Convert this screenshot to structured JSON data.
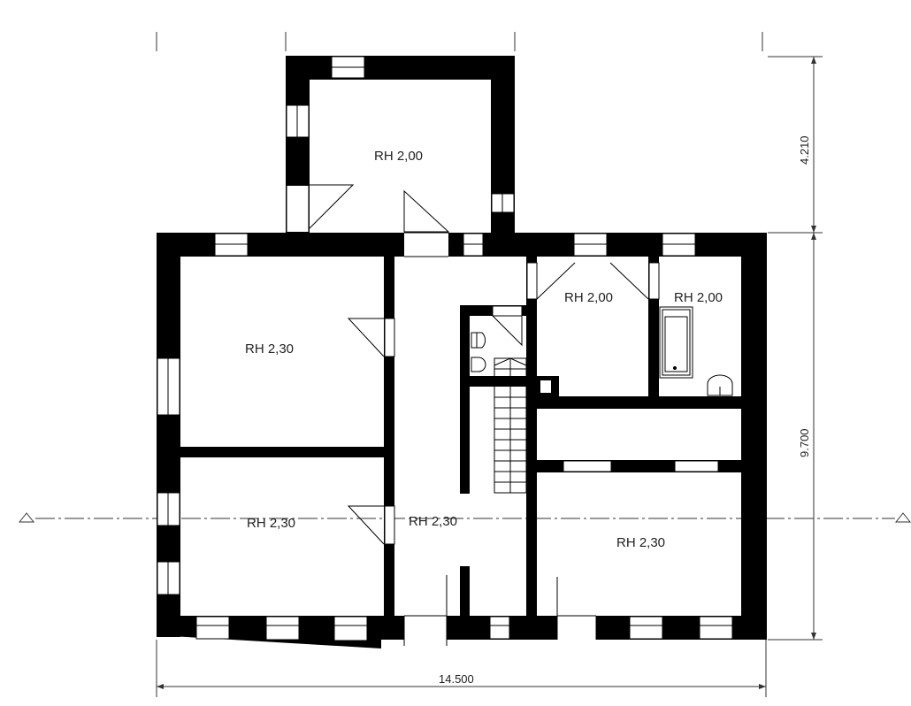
{
  "drawing": {
    "type": "floor-plan",
    "colors": {
      "wall": "#000000",
      "background": "#ffffff",
      "line": "#333333"
    }
  },
  "rooms": [
    {
      "id": "annex",
      "label": "RH 2,00"
    },
    {
      "id": "room-nw",
      "label": "RH 2,30"
    },
    {
      "id": "room-sw",
      "label": "RH 2,30"
    },
    {
      "id": "hallway",
      "label": "RH 2,30"
    },
    {
      "id": "room-ne",
      "label": "RH 2,00"
    },
    {
      "id": "bathroom",
      "label": "RH 2,00"
    },
    {
      "id": "room-se",
      "label": "RH 2,30"
    }
  ],
  "dimensions": {
    "width_total": "14.500",
    "height_main": "9.700",
    "height_annex": "4.210"
  },
  "section_markers": {
    "left": "△",
    "right": "△"
  }
}
